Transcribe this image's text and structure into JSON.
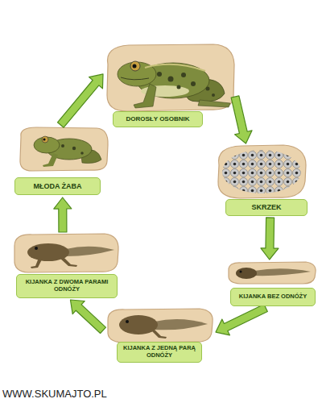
{
  "diagram": {
    "nodes": [
      {
        "text": [
          "DOROSŁY OSOBNIK"
        ]
      },
      {
        "text": [
          "SKRZEK"
        ]
      },
      {
        "text": [
          "KIJANKA BEZ ODNÓŻY"
        ]
      },
      {
        "text": [
          "KIJANKA Z JEDNĄ PARĄ ODNÓŻY"
        ]
      },
      {
        "text": [
          "KIJANKA Z DWOMA PARAMI ODNÓŻY"
        ]
      },
      {
        "text": [
          "MŁODA ŻABA"
        ]
      }
    ],
    "edges": [
      {
        "from": 0,
        "to": 1,
        "arrow": "to"
      },
      {
        "from": 1,
        "to": 2,
        "arrow": "to"
      },
      {
        "from": 2,
        "to": 3,
        "arrow": "to"
      },
      {
        "from": 3,
        "to": 4,
        "arrow": "to"
      },
      {
        "from": 4,
        "to": 5,
        "arrow": "to"
      },
      {
        "from": 5,
        "to": 0,
        "arrow": "to"
      }
    ],
    "labels": [
      "WWW.SKUMAJTO.PL"
    ]
  }
}
